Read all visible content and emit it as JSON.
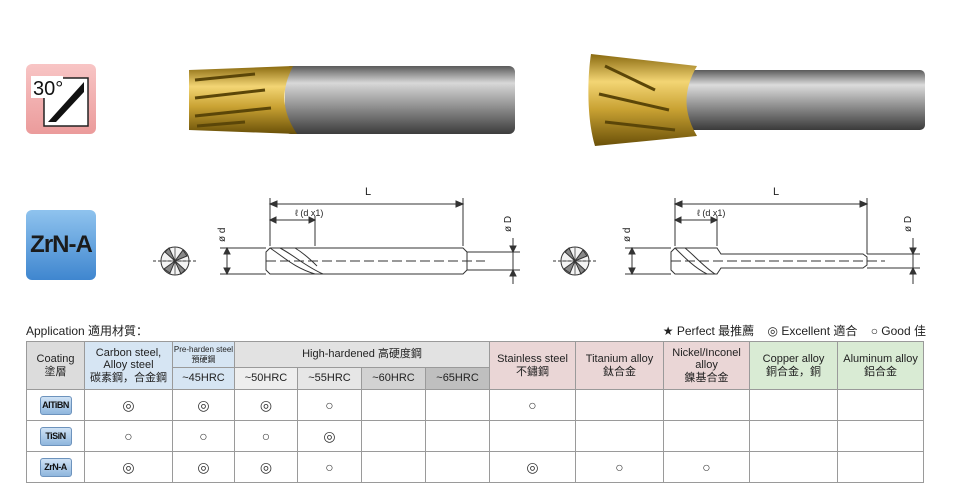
{
  "badges": {
    "helix_angle": "30°",
    "coating": "ZrN-A"
  },
  "drawing": {
    "length_label": "L",
    "flute_label": "ℓ (d x1)",
    "diameter_small": "ø d",
    "diameter_large": "ø D"
  },
  "application_label": "Application 適用材質：",
  "legend": {
    "perfect": "★ Perfect 最推薦",
    "excellent": "◎ Excellent 適合",
    "good": "○ Good 佳"
  },
  "table": {
    "coating_header": [
      "Coating",
      "塗層"
    ],
    "carbon_header": [
      "Carbon steel,",
      "Alloy steel",
      "碳素鋼，合金鋼"
    ],
    "prehard_header": [
      "Pre-harden steel",
      "預硬鋼"
    ],
    "high_header": "High-hardened 高硬度鋼",
    "stainless_header": [
      "Stainless steel",
      "不鏽鋼"
    ],
    "titanium_header": [
      "Titanium alloy",
      "鈦合金"
    ],
    "nickel_header": [
      "Nickel/Inconel",
      "alloy",
      "鎳基合金"
    ],
    "copper_header": [
      "Copper alloy",
      "銅合金，銅"
    ],
    "aluminum_header": [
      "Aluminum alloy",
      "鋁合金"
    ],
    "hardness": [
      "~45HRC",
      "~50HRC",
      "~55HRC",
      "~60HRC",
      "~65HRC"
    ],
    "rows": [
      {
        "coating": "AlTiBN",
        "cells": [
          "◎",
          "◎",
          "◎",
          "○",
          "",
          "",
          "○",
          "",
          "",
          "",
          ""
        ]
      },
      {
        "coating": "TiSiN",
        "cells": [
          "○",
          "○",
          "○",
          "◎",
          "",
          "",
          "",
          "",
          "",
          "",
          ""
        ]
      },
      {
        "coating": "ZrN-A",
        "cells": [
          "◎",
          "◎",
          "◎",
          "○",
          "",
          "",
          "◎",
          "○",
          "○",
          "",
          ""
        ]
      }
    ]
  }
}
